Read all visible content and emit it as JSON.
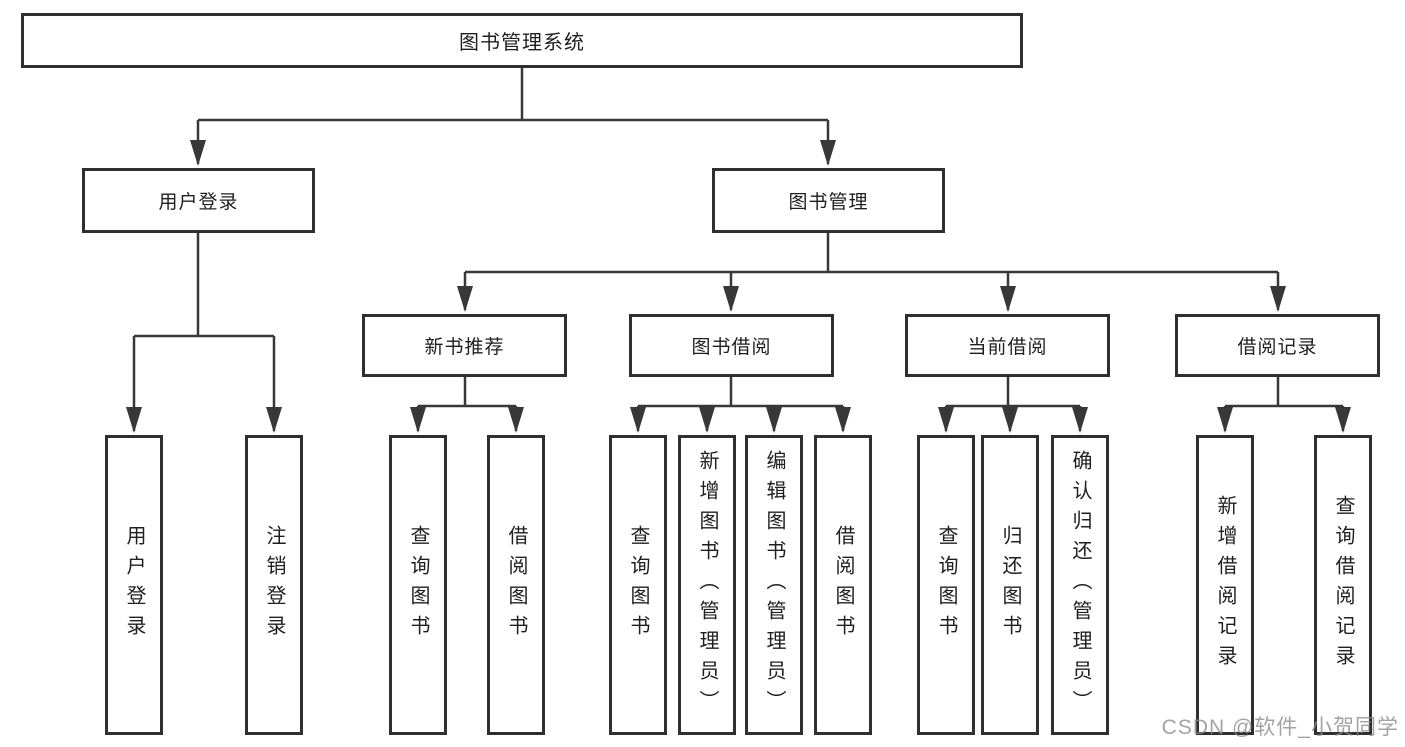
{
  "diagram": {
    "root": {
      "label": "图书管理系统"
    },
    "level2": [
      {
        "label": "用户登录"
      },
      {
        "label": "图书管理"
      }
    ],
    "level3": [
      {
        "label": "新书推荐"
      },
      {
        "label": "图书借阅"
      },
      {
        "label": "当前借阅"
      },
      {
        "label": "借阅记录"
      }
    ],
    "leaves": {
      "user_login": [
        {
          "label": "用户登录"
        },
        {
          "label": "注销登录"
        }
      ],
      "new_book": [
        {
          "label": "查询图书"
        },
        {
          "label": "借阅图书"
        }
      ],
      "book_borrow": [
        {
          "label": "查询图书"
        },
        {
          "label": "新增图书（管理员）"
        },
        {
          "label": "编辑图书（管理员）"
        },
        {
          "label": "借阅图书"
        }
      ],
      "current_borrow": [
        {
          "label": "查询图书"
        },
        {
          "label": "归还图书"
        },
        {
          "label": "确认归还（管理员）"
        }
      ],
      "borrow_record": [
        {
          "label": "新增借阅记录"
        },
        {
          "label": "查询借阅记录"
        }
      ]
    }
  },
  "watermark": {
    "text": "CSDN @软件_小贺同学"
  },
  "colors": {
    "line": "#383838",
    "box_border": "#2f2f2f",
    "text": "#1f1f1f",
    "watermark": "#8c8c8c",
    "background": "#ffffff"
  }
}
